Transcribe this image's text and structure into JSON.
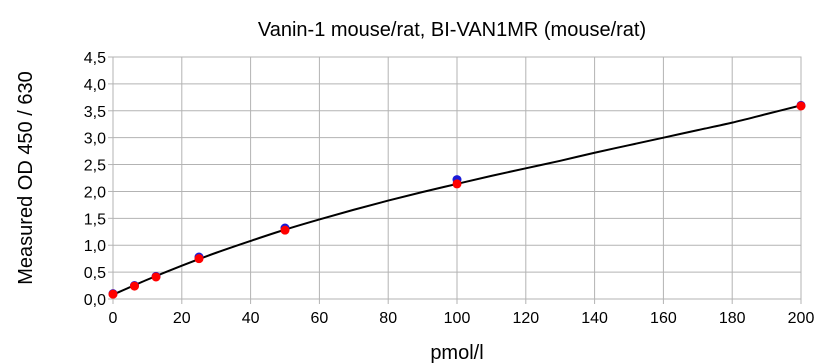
{
  "chart_data": {
    "type": "scatter",
    "title": "Vanin-1 mouse/rat, BI-VAN1MR (mouse/rat)",
    "xlabel": "pmol/l",
    "ylabel": "Measured OD 450 / 630",
    "xlim": [
      0,
      200
    ],
    "ylim": [
      0,
      4.5
    ],
    "x_ticks": [
      0,
      20,
      40,
      60,
      80,
      100,
      120,
      140,
      160,
      180,
      200
    ],
    "y_ticks": [
      0,
      0.5,
      1.0,
      1.5,
      2.0,
      2.5,
      3.0,
      3.5,
      4.0,
      4.5
    ],
    "x_tick_labels": [
      "0",
      "20",
      "40",
      "60",
      "80",
      "100",
      "120",
      "140",
      "160",
      "180",
      "200"
    ],
    "y_tick_labels": [
      "0,0",
      "0,5",
      "1,0",
      "1,5",
      "2,0",
      "2,5",
      "3,0",
      "3,5",
      "4,0",
      "4,5"
    ],
    "grid": true,
    "series": [
      {
        "color": "#1a1ad6",
        "points": [
          [
            0,
            0.1
          ],
          [
            6.25,
            0.25
          ],
          [
            12.5,
            0.42
          ],
          [
            25,
            0.78
          ],
          [
            50,
            1.32
          ],
          [
            100,
            2.22
          ],
          [
            200,
            3.6
          ]
        ]
      },
      {
        "color": "#ff0000",
        "points": [
          [
            0,
            0.09
          ],
          [
            6.25,
            0.24
          ],
          [
            12.5,
            0.41
          ],
          [
            25,
            0.75
          ],
          [
            50,
            1.28
          ],
          [
            100,
            2.14
          ],
          [
            200,
            3.59
          ]
        ]
      }
    ],
    "fit_curve": {
      "color": "#000000",
      "points": [
        [
          0,
          0.08
        ],
        [
          10,
          0.36
        ],
        [
          20,
          0.62
        ],
        [
          30,
          0.86
        ],
        [
          40,
          1.08
        ],
        [
          50,
          1.29
        ],
        [
          60,
          1.48
        ],
        [
          70,
          1.66
        ],
        [
          80,
          1.83
        ],
        [
          90,
          1.99
        ],
        [
          100,
          2.14
        ],
        [
          110,
          2.29
        ],
        [
          120,
          2.43
        ],
        [
          130,
          2.57
        ],
        [
          140,
          2.72
        ],
        [
          150,
          2.86
        ],
        [
          160,
          3.0
        ],
        [
          170,
          3.14
        ],
        [
          180,
          3.28
        ],
        [
          190,
          3.44
        ],
        [
          200,
          3.6
        ]
      ]
    }
  }
}
